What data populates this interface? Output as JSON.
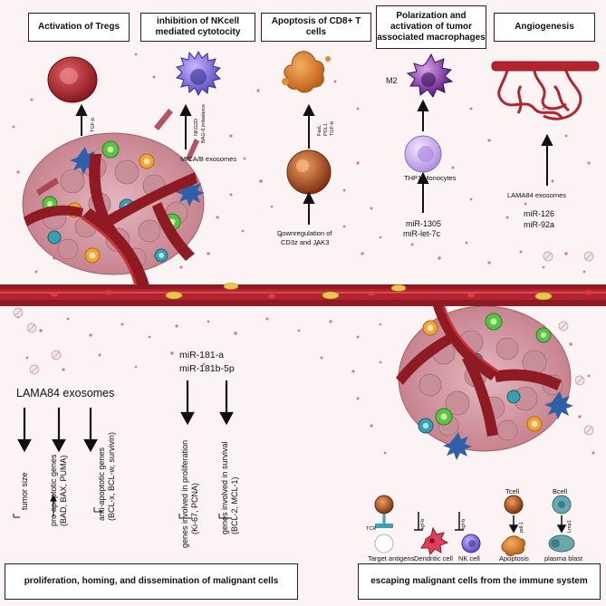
{
  "header_boxes": {
    "tregs": "Activation of Tregs",
    "nk": "inhibition of NKcell mediated cytotocity",
    "cd8": "Apoptosis of CD8+ T cells",
    "macrophage": "Polarization and activation of tumor associated macrophages",
    "angio": "Angiogenesis"
  },
  "top_labels": {
    "tgfb_tregs": "TGF-b",
    "nkg2d": "NKG2D",
    "bag6": "BAG-6 imbalance",
    "mica": "MICA/B exosomes",
    "fasl": "FasL",
    "pdl1": "PDL1",
    "tgfb_cd8": "TGF-b",
    "downreg_1": "Downregulation of",
    "downreg_2": "CD3z and JAK3",
    "m2": "M2",
    "thp1": "THP1 Monocytes",
    "mir1305": "miR-1305",
    "mirlet7c": "miR-let-7c",
    "lama_angio": "LAMA84 exosomes",
    "mir126": "miR-126",
    "mir92a": "miR-92a"
  },
  "bottom_left": {
    "lama84": "LAMA84 exosomes",
    "mir181a": "miR-181-a",
    "mir181b": "miR-181b-5p",
    "tumor_size": "tumor size",
    "pro_apop_1": "pro-apoptotic genes",
    "pro_apop_2": "(BAD, BAX, PUMA)",
    "anti_apop_1": "anti-apoptotic genes",
    "anti_apop_2": "(BCL-x, BCL-w, survivin)",
    "prolif_1": "genes involved in proliferation",
    "prolif_2": "(Ki-67, PCNA)",
    "survival_1": "genes involved in survival",
    "survival_2": "(BCL-2, MCL-1)",
    "footer": "proliferation, homing, and dissemination of malignant cells"
  },
  "bottom_right": {
    "tcr": "TCR",
    "target_antigens": "Target antigens",
    "tgfb_dc": "tgf-b",
    "dendritic": "Dendritic cell",
    "tgfb_nk": "tgf-b",
    "nk_cell": "NK cell",
    "tcell": "Tcell",
    "pdl1": "pdl-1",
    "apoptosis": "Apoptosis",
    "bcell": "Bcell",
    "lmp1": "Lmp1",
    "plasma": "plasma blast",
    "footer": "escaping malignant cells from the immune system"
  },
  "colors": {
    "vessel": "#8e1b23",
    "vessel_light": "#c2323a",
    "background": "#fbf3f4",
    "dots": "#d4506a"
  }
}
